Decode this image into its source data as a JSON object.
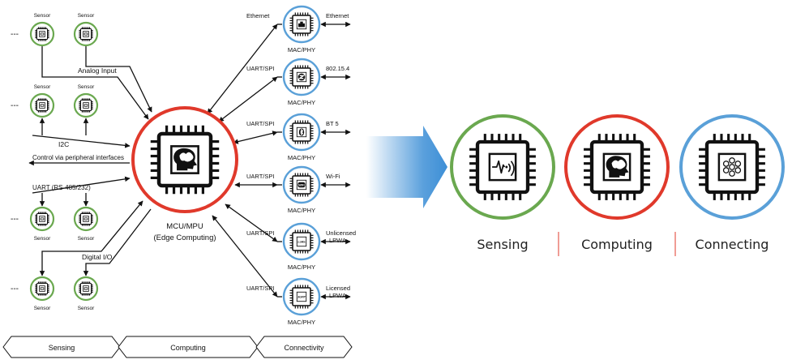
{
  "left": {
    "sensor_label": "Sensor",
    "ellipsis": "---",
    "analog_input": "Analog Input",
    "i2c": "I2C",
    "control": "Control via peripheral interfaces",
    "uart_rs": "UART (RS-485/232)",
    "digital_io": "Digital I/O",
    "mcu_line1": "MCU/MPU",
    "mcu_line2": "(Edge Computing)",
    "mac_phy": "MAC/PHY",
    "ethernet_in": "Ethernet",
    "uart_spi": "UART/SPI",
    "radios": [
      {
        "out": "Ethernet",
        "out2": "",
        "icon": "ethernet-port-icon",
        "in": "Ethernet"
      },
      {
        "out": "802.15.4",
        "out2": "",
        "icon": "zigbee-icon",
        "in": "UART/SPI"
      },
      {
        "out": "BT 5",
        "out2": "",
        "icon": "bluetooth-icon",
        "in": "UART/SPI"
      },
      {
        "out": "Wi-Fi",
        "out2": "",
        "icon": "wifi-icon",
        "in": "UART/SPI"
      },
      {
        "out": "Unlicensed",
        "out2": "LPWA",
        "icon": "lora-icon",
        "chip_text": "LoRa",
        "in": "UART/SPI"
      },
      {
        "out": "Licensed",
        "out2": "LPWA",
        "icon": "3gpp-icon",
        "chip_text": "3GPP",
        "in": "UART/SPI"
      }
    ],
    "bands": [
      "Sensing",
      "Computing",
      "Connectivity"
    ]
  },
  "right": {
    "items": [
      {
        "label": "Sensing",
        "color": "#6aa84f",
        "icon": "waveform-signal-icon"
      },
      {
        "label": "Computing",
        "color": "#e0392b",
        "icon": "brain-head-icon"
      },
      {
        "label": "Connecting",
        "color": "#5aa0d8",
        "icon": "network-nodes-icon"
      }
    ],
    "arrow_color": "#3d8fd6"
  },
  "colors": {
    "sensing": "#6aa84f",
    "computing": "#e0392b",
    "connecting": "#5aa0d8",
    "line": "#111111"
  }
}
